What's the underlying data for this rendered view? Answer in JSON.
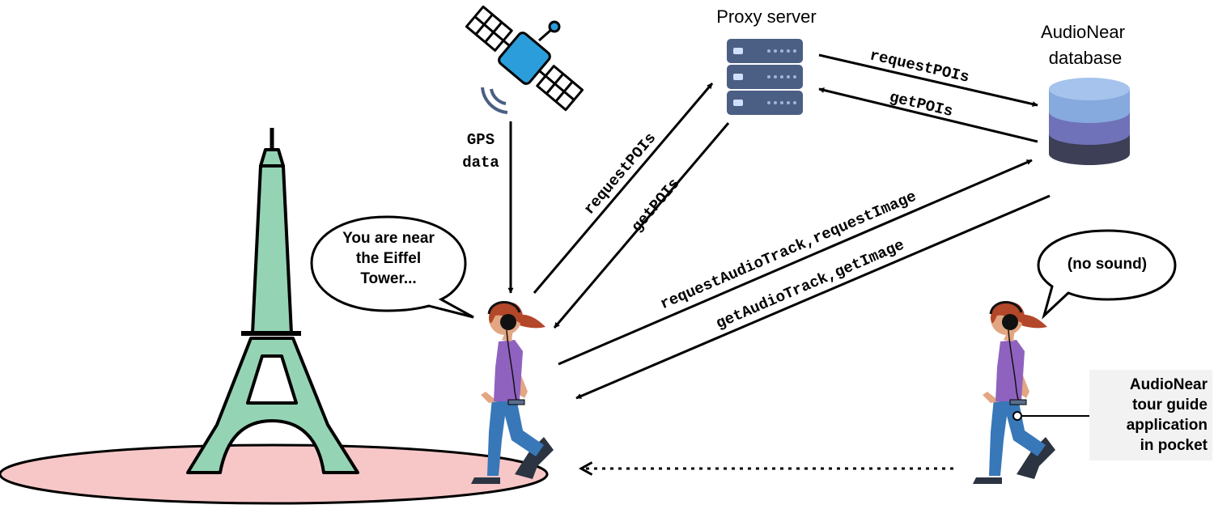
{
  "labels": {
    "proxy_server": "Proxy server",
    "database_line1": "AudioNear",
    "database_line2": "database",
    "gps_line1": "GPS",
    "gps_line2": "data",
    "bubble_left_line1": "You are near",
    "bubble_left_line2": "the Eiffel",
    "bubble_left_line3": "Tower...",
    "bubble_right": "(no sound)",
    "pocket_line1": "AudioNear",
    "pocket_line2": "tour guide",
    "pocket_line3": "application",
    "pocket_line4": "in pocket"
  },
  "arrows": {
    "request_pois_user": "requestPOIs",
    "get_pois_user": "getPOIs",
    "request_pois_db": "requestPOIs",
    "get_pois_db": "getPOIs",
    "request_audio": "requestAudioTrack,requestImage",
    "get_audio": "getAudioTrack,getImage"
  },
  "colors": {
    "tower": "#94d4b4",
    "ground": "#f7c7c7",
    "satellite_body": "#2b9ddb",
    "server": "#4a5f83",
    "db_top": "#86a9de",
    "db_mid": "#6f72b8",
    "db_bottom": "#3c3f55",
    "shirt": "#8f62c0",
    "jeans": "#3877b8",
    "hair": "#b3472a",
    "skin": "#e3a682"
  }
}
